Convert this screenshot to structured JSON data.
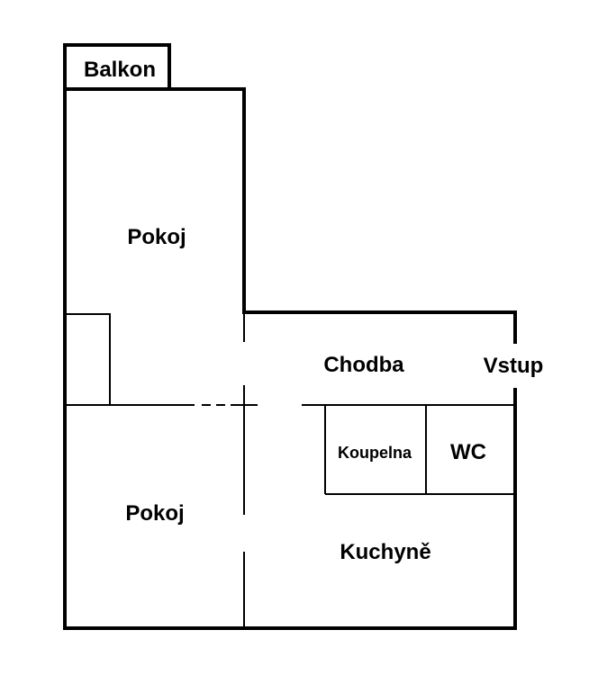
{
  "rooms": {
    "balcony": "Balkon",
    "room_upper": "Pokoj",
    "room_lower": "Pokoj",
    "hallway": "Chodba",
    "entrance": "Vstup",
    "bathroom": "Koupelna",
    "toilet": "WC",
    "kitchen": "Kuchyně"
  },
  "colors": {
    "walls": "#000000",
    "background": "#ffffff"
  }
}
